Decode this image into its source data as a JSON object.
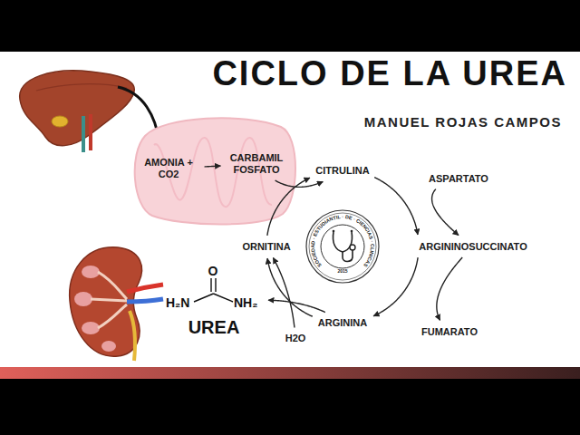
{
  "diagram": {
    "title": "CICLO DE LA UREA",
    "nodes": [
      {
        "text": [
          "AMONIA + CO2"
        ]
      },
      {
        "text": [
          "CARBAMIL FOSFATO"
        ]
      },
      {
        "text": [
          "CITRULINA"
        ]
      },
      {
        "text": [
          "ASPARTATO"
        ]
      },
      {
        "text": [
          "ARGININOSUCCINATO"
        ]
      },
      {
        "text": [
          "FUMARATO"
        ]
      },
      {
        "text": [
          "ARGININA"
        ]
      },
      {
        "text": [
          "H2O"
        ]
      },
      {
        "text": [
          "ORNITINA"
        ]
      },
      {
        "text": [
          "O",
          "H₂N",
          "NH₂",
          "UREA"
        ]
      }
    ],
    "edges": [
      {
        "from": 0,
        "to": 1,
        "arrow": "to"
      },
      {
        "from": 1,
        "to": 2,
        "arrow": "to"
      },
      {
        "from": 2,
        "to": 4,
        "arrow": "to"
      },
      {
        "from": 3,
        "to": 4,
        "arrow": "to"
      },
      {
        "from": 4,
        "to": 6,
        "arrow": "to"
      },
      {
        "from": 4,
        "to": 5,
        "arrow": "to"
      },
      {
        "from": 6,
        "to": 8,
        "arrow": "to"
      },
      {
        "from": 7,
        "to": 8,
        "arrow": "to"
      },
      {
        "from": 6,
        "to": 9,
        "arrow": "to"
      },
      {
        "from": 8,
        "to": 2,
        "arrow": "to"
      }
    ],
    "labels": [
      "MANUEL ROJAS CAMPOS",
      "SOCIEDAD · ESTUDIANTIL · DE · CIENCIAS · CLINICAS",
      "2015"
    ]
  }
}
